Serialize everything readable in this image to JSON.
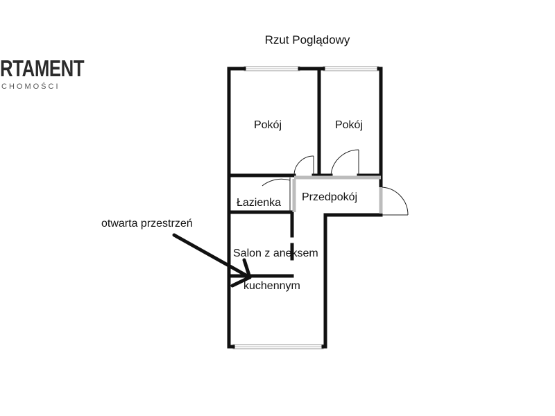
{
  "logo": {
    "main_text": "RTAMENT",
    "sub_text": "CHOMOŚCI"
  },
  "plan": {
    "title": "Rzut Poglądowy",
    "rooms": {
      "room_left": "Pokój",
      "room_right": "Pokój",
      "bathroom": "Łazienka",
      "hall": "Przedpokój",
      "living_line1": "Salon z aneksem",
      "living_line2": "kuchennym"
    },
    "annotation": "otwarta przestrzeń"
  },
  "colors": {
    "wall": "#111111",
    "window": "#bbbbbb",
    "door_light": "#bcbcbc",
    "text": "#111111"
  }
}
